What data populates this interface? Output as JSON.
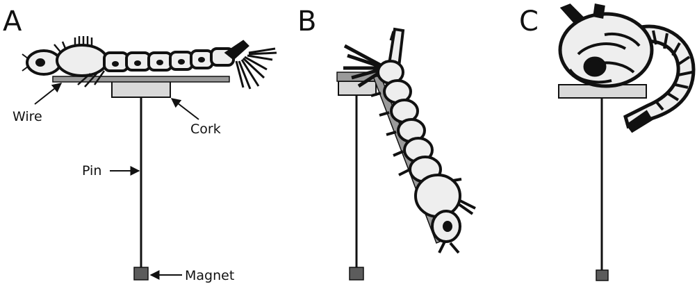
{
  "panels": [
    {
      "letter": "A"
    },
    {
      "letter": "B"
    },
    {
      "letter": "C"
    }
  ],
  "labels": {
    "wire": "Wire",
    "cork": "Cork",
    "pin": "Pin",
    "magnet": "Magnet"
  },
  "colors": {
    "outline": "#111111",
    "wire": "#9a9a9a",
    "cork": "#d9d9d9",
    "magnet": "#5c5c5c",
    "body": "#eeeeee"
  }
}
